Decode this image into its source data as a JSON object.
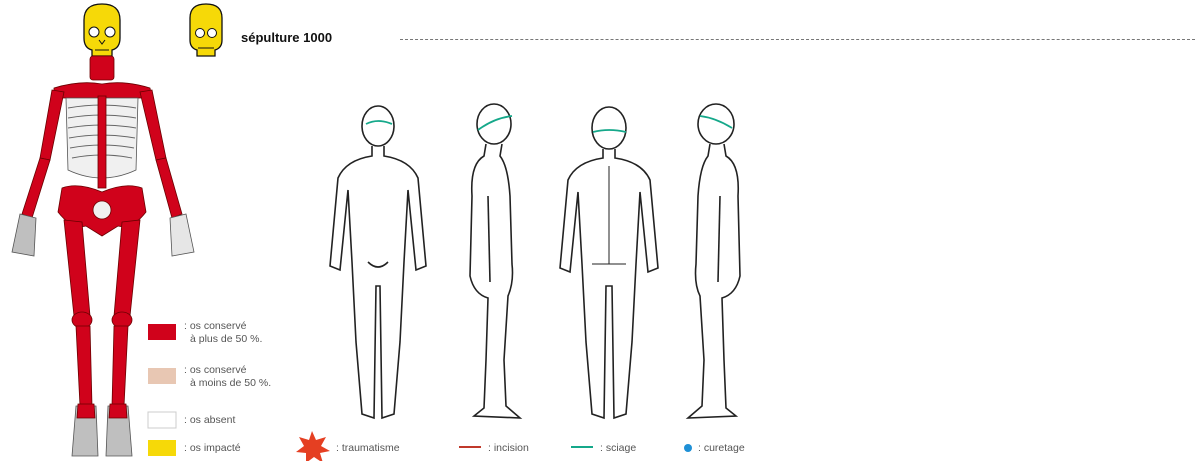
{
  "header": {
    "title": "sépulture 1000"
  },
  "legend": {
    "conserve_plus": ": os conservé",
    "conserve_plus_2": "à plus de 50 %.",
    "conserve_moins": ": os conservé",
    "conserve_moins_2": "à moins de 50 %.",
    "absent": ": os absent",
    "impacte": ": os impacté",
    "traumatisme": ": traumatisme",
    "incision": ": incision",
    "sciage": ": sciage",
    "curetage": ": curetage"
  },
  "colors": {
    "preserved_over_50": "#d0021b",
    "preserved_under_50": "#e8c7b3",
    "absent": "#ffffff",
    "impacted": "#f6d908",
    "trauma": "#e53f22",
    "incision": "#c0392b",
    "sciage": "#15a88a",
    "curetage": "#1e90d6"
  },
  "icons": [
    "skull-icon",
    "skull-icon-small",
    "trauma-star-icon"
  ]
}
